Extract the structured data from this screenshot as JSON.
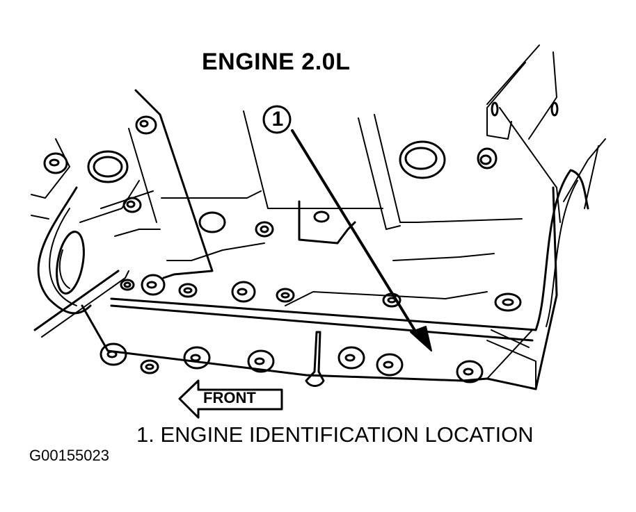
{
  "diagram": {
    "title": "ENGINE 2.0L",
    "subject": "engine-block-side-view",
    "callouts": [
      {
        "number": "1",
        "label": "ENGINE IDENTIFICATION LOCATION"
      }
    ],
    "direction_indicator": {
      "label": "FRONT",
      "direction": "left"
    },
    "legend": [
      {
        "text": "1. ENGINE IDENTIFICATION LOCATION"
      }
    ],
    "figure_id": "G00155023",
    "colors": {
      "line": "#000000",
      "background": "#ffffff"
    }
  }
}
